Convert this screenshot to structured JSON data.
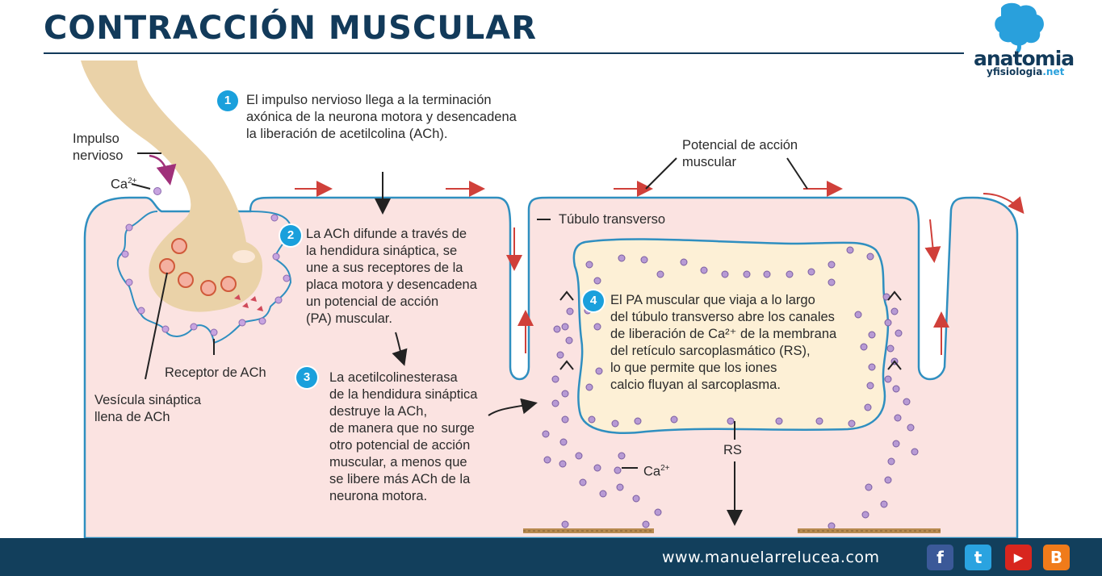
{
  "title": "CONTRACCIÓN MUSCULAR",
  "logo": {
    "brand": "anatomia",
    "sub_prefix": "yfisiologia",
    "sub_suffix": ".net"
  },
  "labels": {
    "impulse": "Impulso nervioso",
    "impulse_line1": "Impulso",
    "impulse_line2": "nervioso",
    "ca_top": "Ca",
    "ca_super": "2+",
    "receptor": "Receptor de ACh",
    "vesicle_line1": "Vesícula sináptica",
    "vesicle_line2": "llena de ACh",
    "muscle_ap_line1": "Potencial de acción",
    "muscle_ap_line2": "muscular",
    "t_tubule": "Túbulo transverso",
    "rs": "RS",
    "ca_bottom": "Ca"
  },
  "steps": [
    {
      "number": "1",
      "lines": [
        "El impulso nervioso llega a la terminación",
        "axónica de la neurona motora y desencadena",
        "la liberación de acetilcolina (ACh)."
      ]
    },
    {
      "number": "2",
      "lines": [
        "La ACh difunde a través de",
        "la hendidura sináptica, se",
        "une a sus receptores de la",
        "placa motora y desencadena",
        "un potencial de acción",
        "(PA) muscular."
      ]
    },
    {
      "number": "3",
      "lines": [
        "La acetilcolinesterasa",
        "de la hendidura sináptica",
        "destruye la ACh,",
        "de manera que no surge",
        "otro potencial de acción",
        "muscular, a menos que",
        "se libere más ACh de la",
        "neurona motora."
      ]
    },
    {
      "number": "4",
      "lines": [
        "El PA muscular que viaja a lo largo",
        "del túbulo transverso abre los canales",
        "de liberación de Ca²⁺ de la membrana",
        "del retículo sarcoplasmático (RS),",
        "lo que permite que los iones",
        "calcio fluyan al sarcoplasma."
      ]
    }
  ],
  "footer": {
    "url": "www.manuelarrelucea.com"
  },
  "social": [
    {
      "name": "facebook-icon",
      "glyph": "f",
      "color": "#3b5998"
    },
    {
      "name": "twitter-icon",
      "glyph": "t",
      "color": "#2aa3e0"
    },
    {
      "name": "youtube-icon",
      "glyph": "▶",
      "color": "#d8261e"
    },
    {
      "name": "blogger-icon",
      "glyph": "B",
      "color": "#f07b1a"
    }
  ],
  "colors": {
    "title": "#123a5a",
    "membrane": "#2f8fc0",
    "sarcoplasm": "#fbe3e1",
    "neuron": "#ead2a8",
    "reticulum": "#fdf0d6",
    "calcium": "#b79ad4",
    "arrow_red": "#d0403a",
    "footer": "#123f5c",
    "step_badge": "#1aa0dc"
  }
}
